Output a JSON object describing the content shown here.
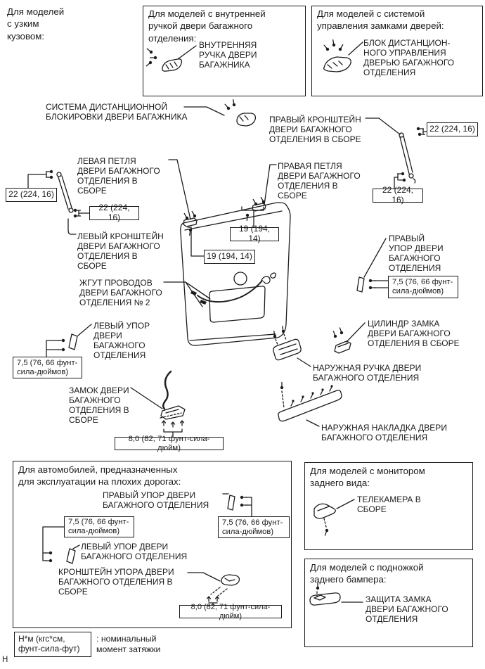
{
  "page": {
    "narrow_body_note": "Для моделей\nс узким\nкузовом:",
    "corner_mark": "Н"
  },
  "torques": {
    "strut": "22 (224, 16)",
    "hinge": "19 (194, 14)",
    "stop": "7,5 (76, 66 фунт-\nсила-дюймов)",
    "lock": "8,0 (82, 71 фунт-сила-дюйм)"
  },
  "option_boxes": {
    "inner_handle": {
      "title": "Для моделей с внутренней\nручкой двери багажного\nотделения:",
      "part": "ВНУТРЕННЯЯ\nРУЧКА ДВЕРИ\nБАГАЖНИКА"
    },
    "door_lock_control": {
      "title": "Для моделей с системой\nуправления замками дверей:",
      "part": "БЛОК ДИСТАНЦИОН-\nНОГО УПРАВЛЕНИЯ\nДВЕРЬЮ БАГАЖНОГО\nОТДЕЛЕНИЯ"
    },
    "rough_roads": {
      "title": "Для автомобилей, предназначенных\nдля эксплуатации на плохих дорогах:",
      "right_stop": "ПРАВЫЙ УПОР ДВЕРИ\nБАГАЖНОГО ОТДЕЛЕНИЯ",
      "left_stop": "ЛЕВЫЙ УПОР ДВЕРИ\nБАГАЖНОГО ОТДЕЛЕНИЯ",
      "stop_bracket": "КРОНШТЕЙН УПОРА ДВЕРИ\nБАГАЖНОГО ОТДЕЛЕНИЯ В\nСБОРЕ"
    },
    "rear_monitor": {
      "title": "Для моделей с монитором\nзаднего вида:",
      "part": "ТЕЛЕКАМЕРА В\nСБОРЕ"
    },
    "rear_bumper_step": {
      "title": "Для моделей с подножкой\nзаднего бампера:",
      "part": "ЗАЩИТА ЗАМКА\nДВЕРИ БАГАЖНОГО\nОТДЕЛЕНИЯ"
    }
  },
  "callouts": {
    "remote_lock_system": "СИСТЕМА ДИСТАНЦИОННОЙ\nБЛОКИРОВКИ ДВЕРИ БАГАЖНИКА",
    "right_bracket": "ПРАВЫЙ КРОНШТЕЙН\nДВЕРИ БАГАЖНОГО\nОТДЕЛЕНИЯ В СБОРЕ",
    "left_hinge": "ЛЕВАЯ ПЕТЛЯ\nДВЕРИ БАГАЖНОГО\nОТДЕЛЕНИЯ В\nСБОРЕ",
    "right_hinge": "ПРАВАЯ ПЕТЛЯ\nДВЕРИ БАГАЖНОГО\nОТДЕЛЕНИЯ В\nСБОРЕ",
    "left_bracket": "ЛЕВЫЙ КРОНШТЕЙН\nДВЕРИ БАГАЖНОГО\nОТДЕЛЕНИЯ В\nСБОРЕ",
    "wire_harness": "ЖГУТ ПРОВОДОВ\nДВЕРИ БАГАЖНОГО\nОТДЕЛЕНИЯ № 2",
    "right_stop": "ПРАВЫЙ\nУПОР ДВЕРИ\nБАГАЖНОГО\nОТДЕЛЕНИЯ",
    "left_stop": "ЛЕВЫЙ УПОР\nДВЕРИ\nБАГАЖНОГО\nОТДЕЛЕНИЯ",
    "lock_cylinder": "ЦИЛИНДР ЗАМКА\nДВЕРИ БАГАЖНОГО\nОТДЕЛЕНИЯ В СБОРЕ",
    "outer_handle": "НАРУЖНАЯ РУЧКА ДВЕРИ\nБАГАЖНОГО ОТДЕЛЕНИЯ",
    "outer_garnish": "НАРУЖНАЯ НАКЛАДКА ДВЕРИ\nБАГАЖНОГО ОТДЕЛЕНИЯ",
    "door_lock": "ЗАМОК ДВЕРИ\nБАГАЖНОГО\nОТДЕЛЕНИЯ В\nСБОРЕ"
  },
  "legend": {
    "units": "Н*м (кгс*см,\nфунт-сила-фут)",
    "meaning": ": номинальный\nмомент затяжки"
  }
}
